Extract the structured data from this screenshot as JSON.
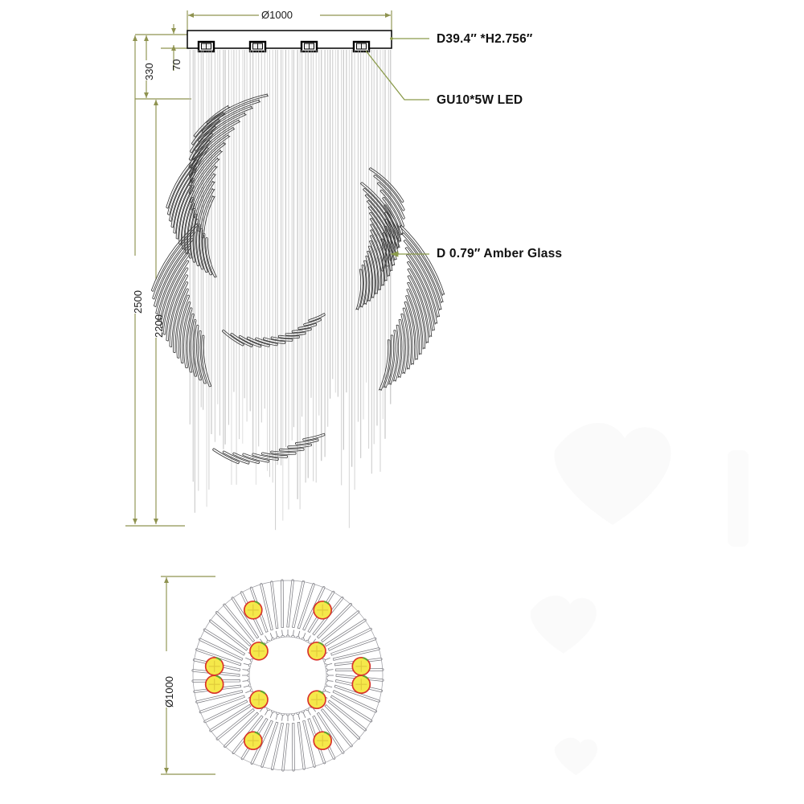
{
  "drawing": {
    "title": "Chandelier technical drawing",
    "views": [
      {
        "name": "front-elevation",
        "label": ""
      },
      {
        "name": "plan-view",
        "label": ""
      }
    ]
  },
  "colors": {
    "dimension_line": "#8f9350",
    "dimension_text": "#1a1a1a",
    "leader_line": "#8a9a4a",
    "callout_text": "#111111",
    "rod_outline": "#3a3a3a",
    "background_rod": "#b8b8b8",
    "canopy_outline": "#000000",
    "led_fill": "#f5e84a",
    "led_ring": "#d9342b",
    "led_accent": "#5aa832"
  },
  "dimensions": {
    "top_diameter": "Ø1000",
    "height_330": "330",
    "height_70": "70",
    "height_2500": "2500",
    "height_2200": "2200",
    "plan_diameter": "Ø1000"
  },
  "callouts": [
    {
      "id": "canopy",
      "text": "D39.4″  *H2.756″",
      "target": "ceiling-canopy-plate"
    },
    {
      "id": "lamp",
      "text": "GU10*5W LED",
      "target": "gu10-led-fixture"
    },
    {
      "id": "glass",
      "text": "D 0.79″   Amber Glass",
      "target": "amber-glass-rod"
    }
  ],
  "canopy": {
    "led_count_visible": 4
  },
  "plan": {
    "led_count": 12,
    "outer_rod_count": 56,
    "inner_rod_count": 48
  }
}
